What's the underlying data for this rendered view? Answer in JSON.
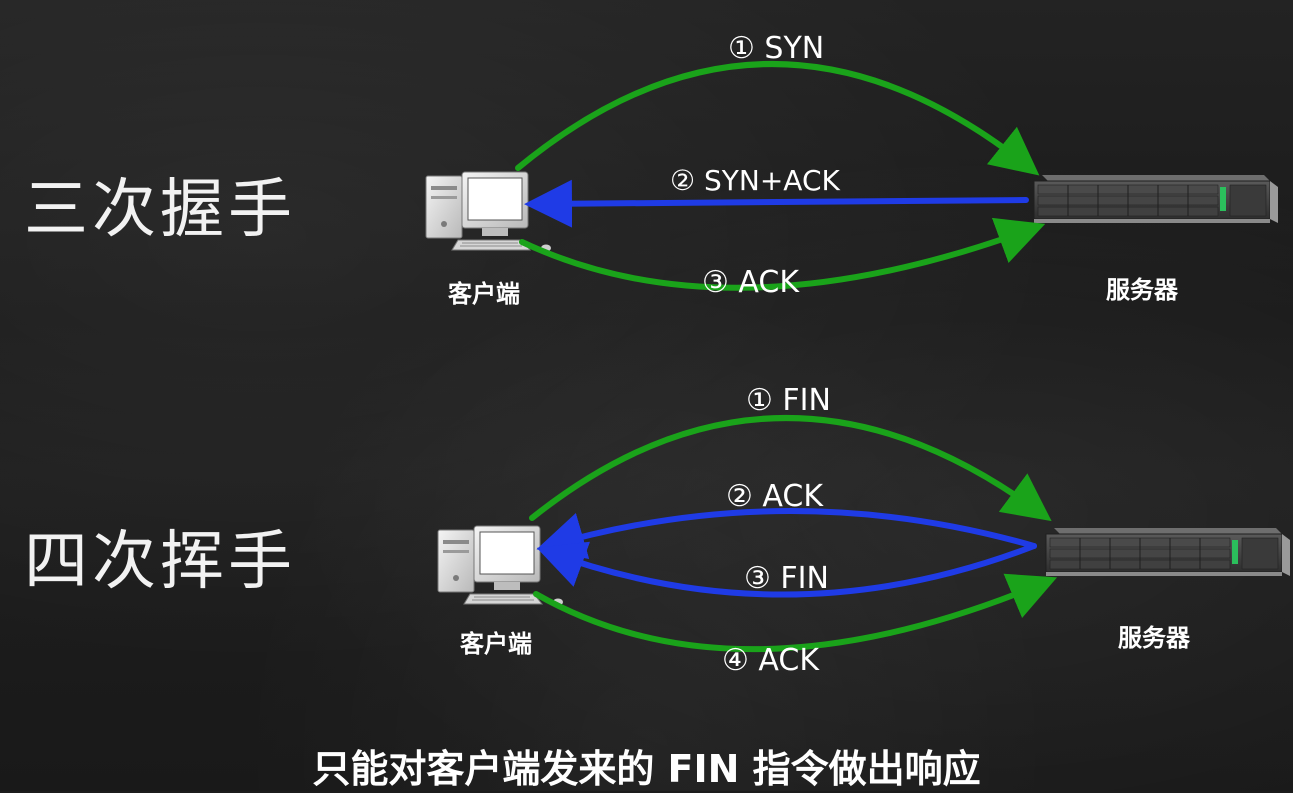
{
  "handshake": {
    "title": "三次握手",
    "client_label": "客户端",
    "server_label": "服务器",
    "steps": [
      {
        "label": "① SYN",
        "direction": "client-to-server",
        "color": "#1aa31a"
      },
      {
        "label": "② SYN+ACK",
        "direction": "server-to-client",
        "color": "#1f3be6"
      },
      {
        "label": "③ ACK",
        "direction": "client-to-server",
        "color": "#1aa31a"
      }
    ]
  },
  "wave": {
    "title": "四次挥手",
    "client_label": "客户端",
    "server_label": "服务器",
    "steps": [
      {
        "label": "① FIN",
        "direction": "client-to-server",
        "color": "#1aa31a"
      },
      {
        "label": "② ACK",
        "direction": "server-to-client",
        "color": "#1f3be6"
      },
      {
        "label": "③ FIN",
        "direction": "server-to-client",
        "color": "#1f3be6"
      },
      {
        "label": "④ ACK",
        "direction": "client-to-server",
        "color": "#1aa31a"
      }
    ]
  },
  "caption": "只能对客户端发来的 FIN 指令做出响应",
  "colors": {
    "green": "#1aa31a",
    "blue": "#1f3be6",
    "text": "#ffffff",
    "background": "#1c1c1c"
  },
  "icons": {
    "client": "desktop-computer-icon",
    "server": "rack-server-icon"
  }
}
